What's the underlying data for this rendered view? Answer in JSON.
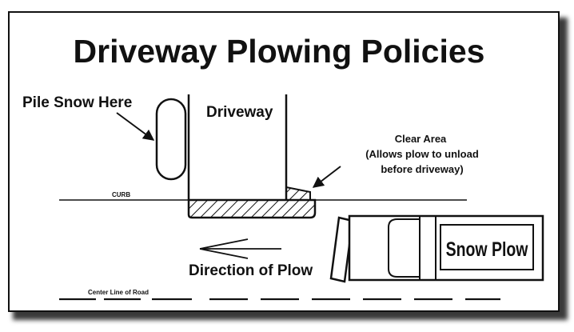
{
  "title": "Driveway Plowing Policies",
  "labels": {
    "pile_snow": "Pile Snow Here",
    "driveway": "Driveway",
    "clear_area_line1": "Clear Area",
    "clear_area_line2": "(Allows plow to unload",
    "clear_area_line3": "before driveway)",
    "curb": "CURB",
    "direction": "Direction of Plow",
    "center_line": "Center Line of Road",
    "snow_plow": "Snow Plow"
  },
  "colors": {
    "ink": "#111111",
    "background": "#ffffff",
    "shadow": "#3a3a3a"
  }
}
